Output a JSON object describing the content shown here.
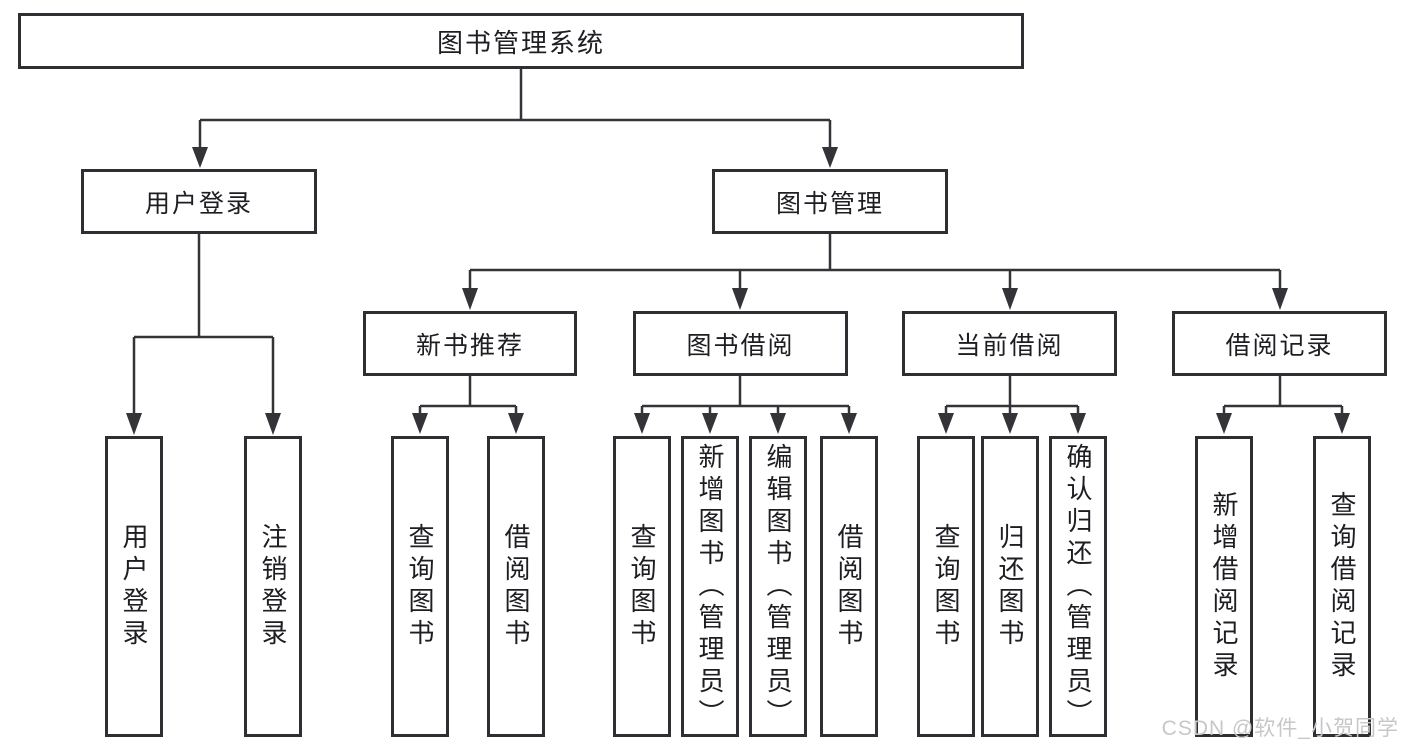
{
  "diagram": {
    "type": "hierarchy-tree",
    "colors": {
      "line": "#333338",
      "box_border": "#2e2e33",
      "text": "#1d1d22",
      "watermark": "#c7c7c7",
      "background": "#ffffff"
    },
    "watermark": {
      "text": "CSDN @软件_小贺同学"
    },
    "tree": {
      "label": "图书管理系统",
      "children": [
        {
          "label": "用户登录",
          "children": [
            {
              "label": "用户登录"
            },
            {
              "label": "注销登录"
            }
          ]
        },
        {
          "label": "图书管理",
          "children": [
            {
              "label": "新书推荐",
              "children": [
                {
                  "label": "查询图书"
                },
                {
                  "label": "借阅图书"
                }
              ]
            },
            {
              "label": "图书借阅",
              "children": [
                {
                  "label": "查询图书"
                },
                {
                  "label": "新增图书（管理员）"
                },
                {
                  "label": "编辑图书（管理员）"
                },
                {
                  "label": "借阅图书"
                }
              ]
            },
            {
              "label": "当前借阅",
              "children": [
                {
                  "label": "查询图书"
                },
                {
                  "label": "归还图书"
                },
                {
                  "label": "确认归还（管理员）"
                }
              ]
            },
            {
              "label": "借阅记录",
              "children": [
                {
                  "label": "新增借阅记录"
                },
                {
                  "label": "查询借阅记录"
                }
              ]
            }
          ]
        }
      ]
    }
  }
}
